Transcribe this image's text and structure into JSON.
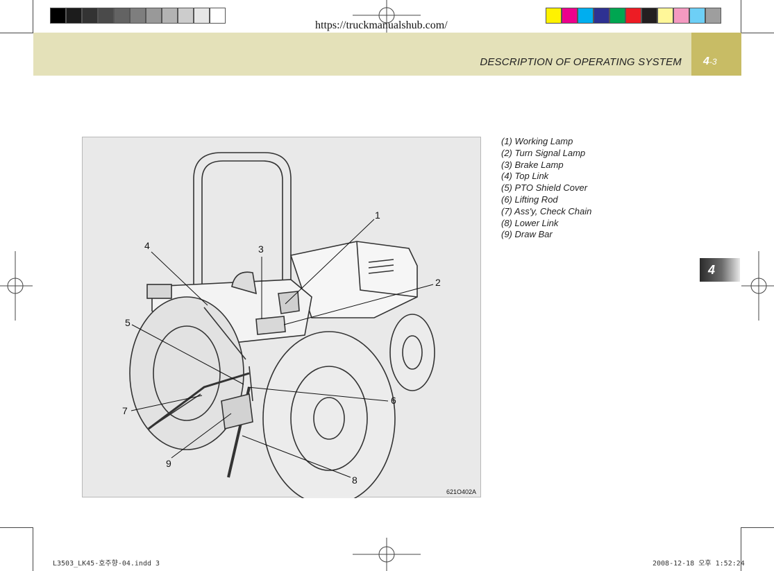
{
  "header": {
    "url": "https://truckmanualshub.com/",
    "section_title": "DESCRIPTION OF OPERATING SYSTEM",
    "page_chapter": "4",
    "page_sub": "-3",
    "chapter_tab": "4"
  },
  "swatches": {
    "gray": [
      "#000000",
      "#1c1c1c",
      "#333333",
      "#4a4a4a",
      "#636363",
      "#7e7e7e",
      "#999999",
      "#b3b3b3",
      "#cccccc",
      "#e6e6e6",
      "#ffffff"
    ],
    "color": [
      "#fff200",
      "#ec008c",
      "#00aeef",
      "#2e3192",
      "#00a651",
      "#ed1c24",
      "#231f20",
      "#fff799",
      "#f49ac1",
      "#6dcff6",
      "#9e9e9e"
    ]
  },
  "figure": {
    "code": "621O402A",
    "callouts": [
      "1",
      "2",
      "3",
      "4",
      "5",
      "6",
      "7",
      "8",
      "9"
    ]
  },
  "legend": [
    "(1) Working Lamp",
    "(2) Turn Signal  Lamp",
    "(3) Brake Lamp",
    "(4) Top Link",
    "(5) PTO Shield Cover",
    "(6) Lifting Rod",
    "(7) Ass'y, Check Chain",
    "(8) Lower Link",
    "(9) Draw Bar"
  ],
  "footer": {
    "left": "L3503_LK45-호주향-04.indd   3",
    "right": "2008-12-18   오후 1:52:24"
  }
}
